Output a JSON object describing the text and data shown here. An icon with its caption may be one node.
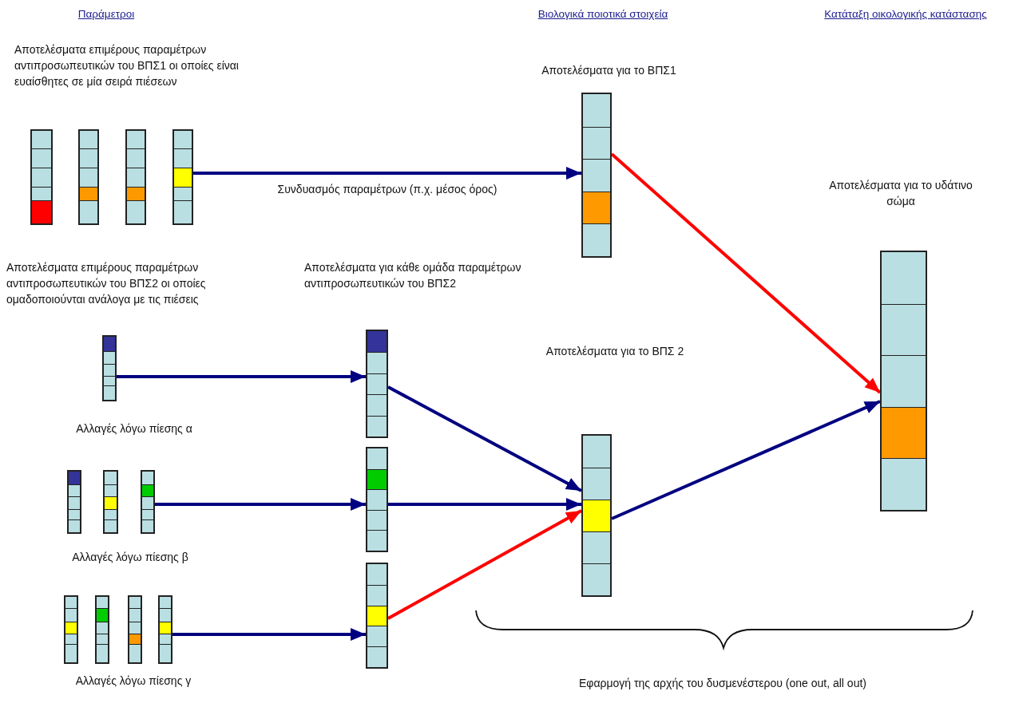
{
  "diagram": {
    "nodes": [
      {
        "text": [],
        "shape": "bar"
      },
      {
        "text": [],
        "shape": "bar"
      },
      {
        "text": [],
        "shape": "bar"
      },
      {
        "text": [],
        "shape": "bar"
      },
      {
        "text": [],
        "shape": "bar"
      },
      {
        "text": [],
        "shape": "bar"
      },
      {
        "text": [],
        "shape": "bar"
      },
      {
        "text": [],
        "shape": "bar"
      },
      {
        "text": [],
        "shape": "bar"
      },
      {
        "text": [],
        "shape": "bar"
      },
      {
        "text": [],
        "shape": "bar"
      },
      {
        "text": [],
        "shape": "bar"
      },
      {
        "text": [],
        "shape": "bar"
      },
      {
        "text": [],
        "shape": "bar"
      },
      {
        "text": [],
        "shape": "bar"
      },
      {
        "text": [],
        "shape": "bar"
      },
      {
        "text": [],
        "shape": "bar"
      },
      {
        "text": [],
        "shape": "bar"
      }
    ],
    "edges": [
      {
        "from": 3,
        "to": 4,
        "arrow": "to",
        "label": "Συνδυασμός παραμέτρων (π.χ. μέσος όρος)"
      },
      {
        "from": 4,
        "to": 5,
        "arrow": "to",
        "color": "#ff0000"
      },
      {
        "from": 6,
        "to": 7,
        "arrow": "to"
      },
      {
        "from": 7,
        "to": 8,
        "arrow": "to"
      },
      {
        "from": 11,
        "to": 12,
        "arrow": "to"
      },
      {
        "from": 12,
        "to": 8,
        "arrow": "to"
      },
      {
        "from": 8,
        "to": 5,
        "arrow": "to"
      },
      {
        "from": 16,
        "to": 17,
        "arrow": "to"
      },
      {
        "from": 17,
        "to": 8,
        "arrow": "to",
        "color": "#ff0000"
      }
    ],
    "labels": [
      "Παράμετροι",
      "Βιολογικά ποιοτικά στοιχεία",
      "Κατάταξη οικολογικής κατάστασης",
      "Αποτελέσματα επιμέρους παραμέτρων αντιπροσωπευτικών του ΒΠΣ1 οι οποίες είναι ευαίσθητες σε μία σειρά πιέσεων",
      "Αποτελέσματα για το ΒΠΣ1",
      "Αποτελέσματα για το υδάτινο σώμα",
      "Αποτελέσματα επιμέρους παραμέτρων αντιπροσωπευτικών του ΒΠΣ2 οι οποίες ομαδοποιούνται ανάλογα με τις πιέσεις",
      "Αποτελέσματα για κάθε ομάδα παραμέτρων αντιπροσωπευτικών του ΒΠΣ2",
      "Αποτελέσματα για το ΒΠΣ 2",
      "Αλλαγές λόγω πίεσης α",
      "Αλλαγές λόγω πίεσης β",
      "Αλλαγές λόγω πίεσης γ",
      "Εφαρμογή της αρχής του δυσμενέστερου (one out, all out)"
    ]
  }
}
